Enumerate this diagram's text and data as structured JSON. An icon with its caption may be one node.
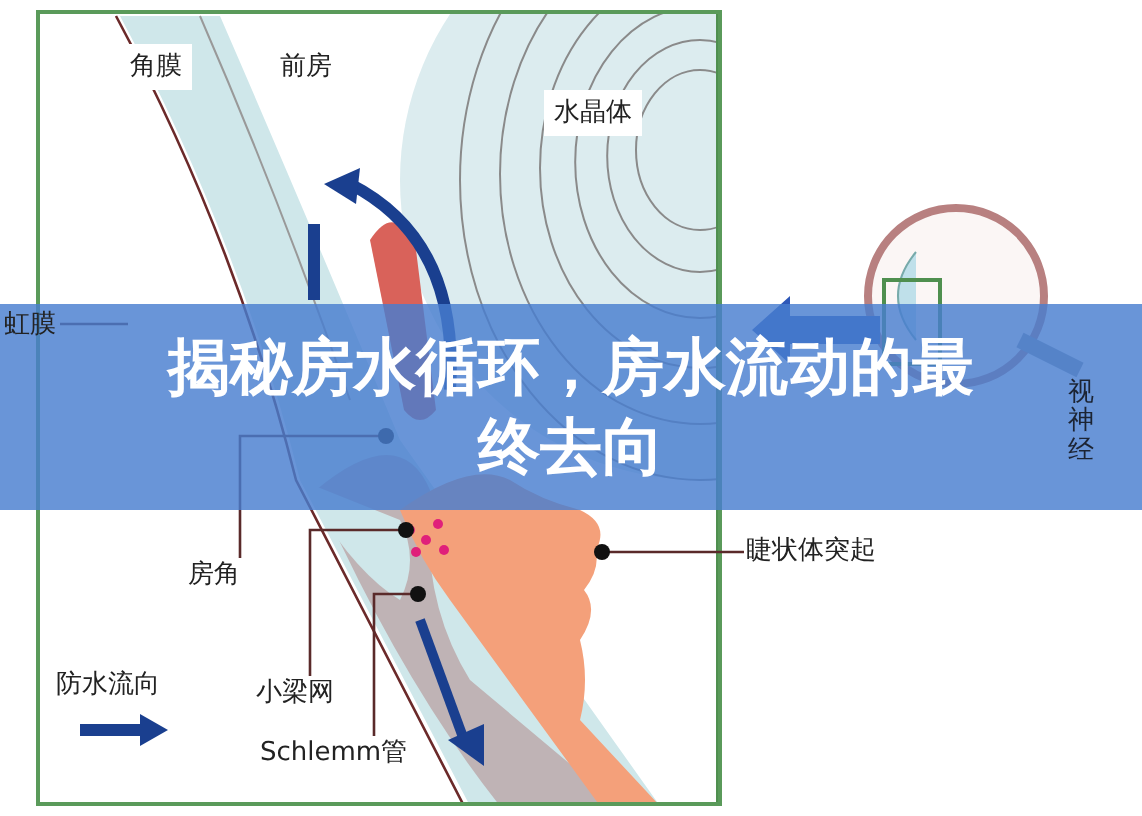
{
  "diagram": {
    "title": "揭秘房水循环，房水流动的最终去向",
    "nodes": [
      {
        "text": [
          "虹膜"
        ]
      },
      {
        "text": [
          "房角"
        ]
      },
      {
        "text": [
          "小梁网"
        ]
      },
      {
        "text": [
          "Schlemm管"
        ]
      },
      {
        "text": [
          "睫状体突起"
        ]
      }
    ],
    "edges": [
      {
        "from": 0,
        "to": null,
        "arrow": "none"
      },
      {
        "from": 1,
        "to": null,
        "arrow": "other"
      },
      {
        "from": 2,
        "to": null,
        "arrow": "other"
      },
      {
        "from": 3,
        "to": null,
        "arrow": "other"
      },
      {
        "from": 4,
        "to": null,
        "arrow": "other"
      }
    ],
    "labels": [
      "角膜",
      "前房",
      "水晶体",
      "视神经"
    ],
    "legend": [
      {
        "text": "防水流向"
      }
    ]
  }
}
